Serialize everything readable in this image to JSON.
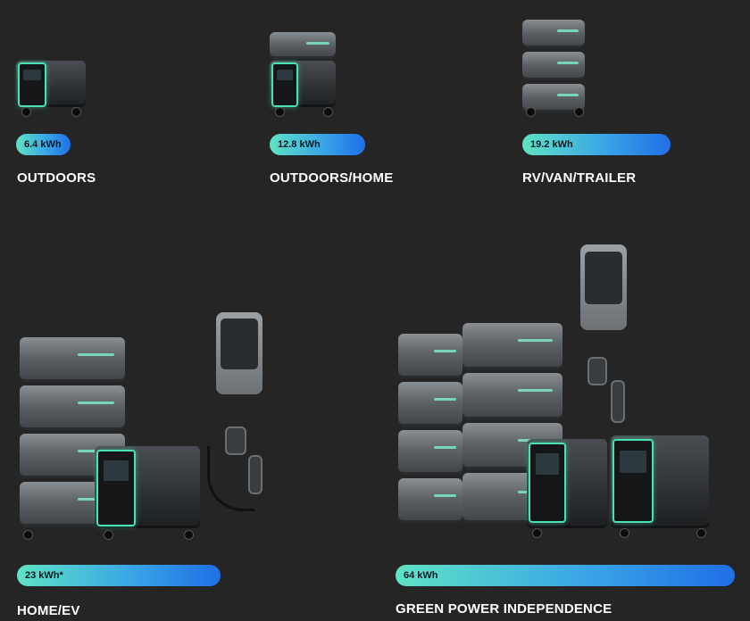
{
  "cards": [
    {
      "capacity": "6.4 kWh",
      "title": "OUTDOORS"
    },
    {
      "capacity": "12.8 kWh",
      "title": "OUTDOORS/HOME"
    },
    {
      "capacity": "19.2 kWh",
      "title": "RV/VAN/TRAILER"
    },
    {
      "capacity": "23 kWh*",
      "title": "HOME/EV"
    },
    {
      "capacity": "64 kWh",
      "title": "GREEN POWER INDEPENDENCE"
    }
  ]
}
